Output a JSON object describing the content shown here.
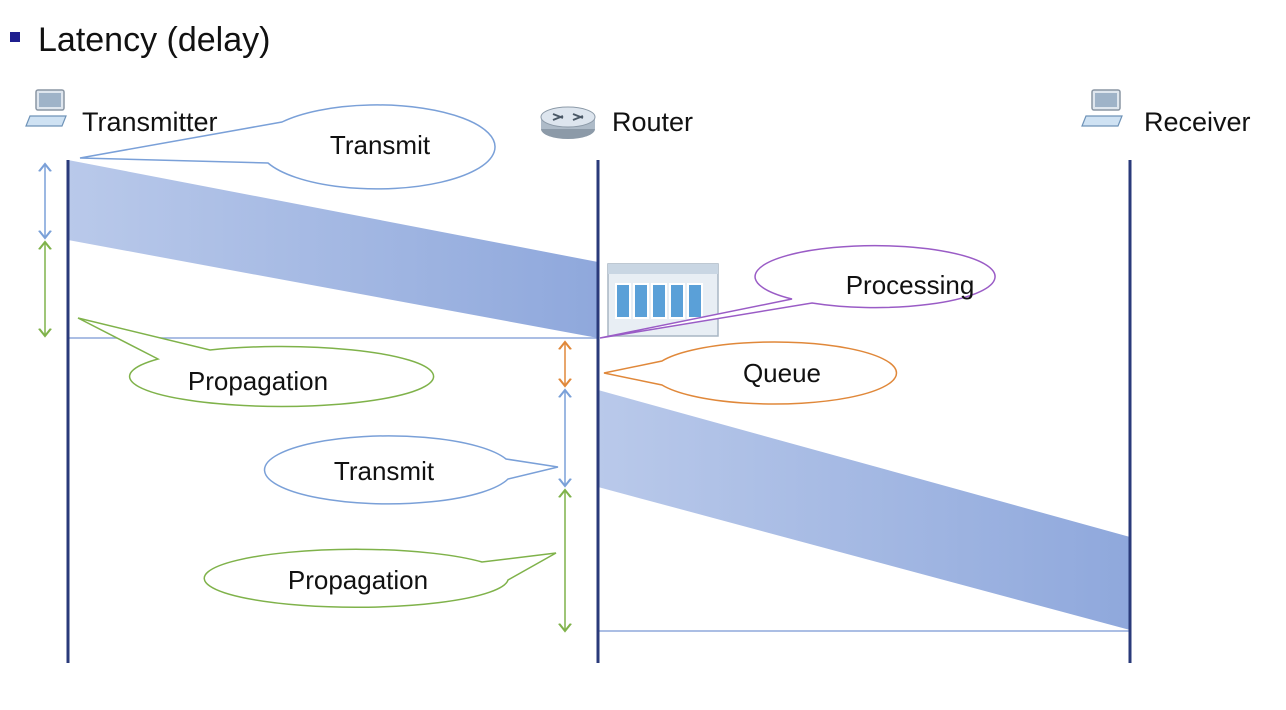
{
  "title": {
    "bullet": "▪",
    "text": "Latency (delay)"
  },
  "nodes": {
    "transmitter": {
      "label": "Transmitter",
      "icon": "laptop-icon"
    },
    "router": {
      "label": "Router",
      "icon": "router-icon"
    },
    "receiver": {
      "label": "Receiver",
      "icon": "laptop-icon"
    }
  },
  "callouts": {
    "transmit_1": "Transmit",
    "propagation_1": "Propagation",
    "processing": "Processing",
    "queue": "Queue",
    "transmit_2": "Transmit",
    "propagation_2": "Propagation"
  },
  "colors": {
    "timeline": "#2a3a7a",
    "packet_band": "#8fa8dc",
    "transmit": "#7aa0d8",
    "propagation": "#7fb24a",
    "processing": "#9a5cc6",
    "queue": "#e0883a",
    "bullet": "#1f1f8f"
  }
}
